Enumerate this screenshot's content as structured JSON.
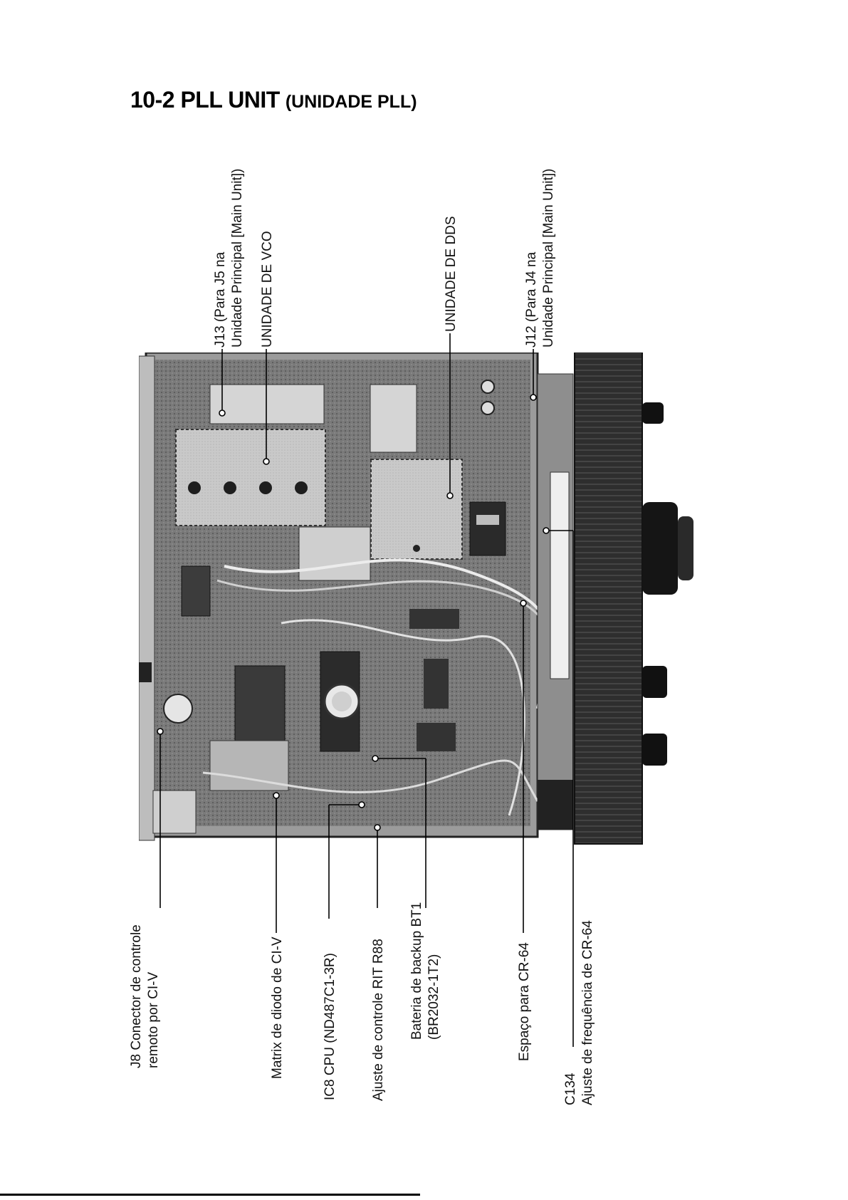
{
  "section": {
    "title": "10-2  PLL UNIT",
    "subtitle": "(UNIDADE PLL)"
  },
  "labels": {
    "j13": {
      "line1": "J13 (Para J5 na",
      "line2": "Unidade Principal [Main Unit])"
    },
    "vco": {
      "line1": "UNIDADE DE VCO"
    },
    "dds": {
      "line1": "UNIDADE DE DDS"
    },
    "j12": {
      "line1": "J12 (Para J4 na",
      "line2": "Unidade Principal [Main Unit])"
    },
    "j8": {
      "line1": "J8 Conector de controle",
      "line2": "remoto por CI-V"
    },
    "matrix": {
      "line1": "Matrix de diodo de CI-V"
    },
    "ic8": {
      "line1": "IC8 CPU (ND487C1-3R)"
    },
    "rit": {
      "line1": "Ajuste de controle RIT R88"
    },
    "battery": {
      "line1": "Bateria de backup BT1",
      "line2": "(BR2032-1T2)"
    },
    "cr64_space": {
      "line1": "Espaço para CR-64"
    },
    "c134": {
      "line1": "C134",
      "line2": "Ajuste de frequência de CR-64"
    }
  },
  "colors": {
    "text": "#000000",
    "photo_dark": "#2a2a2a",
    "photo_mid": "#8c8c8c",
    "photo_light": "#d9d9d9"
  }
}
